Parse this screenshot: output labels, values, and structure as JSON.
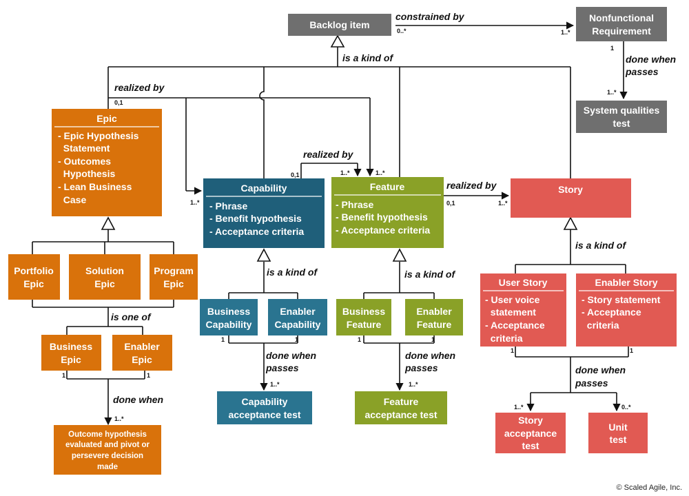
{
  "colors": {
    "gray": "#6f6f6f",
    "orange": "#d9720b",
    "teal": "#1f5f7a",
    "teal_light": "#2a7490",
    "green": "#8aa127",
    "red": "#e15a53"
  },
  "boxes": {
    "backlog_item": "Backlog item",
    "nfr": [
      "Nonfunctional",
      "Requirement"
    ],
    "sys_test": [
      "System qualities",
      "test"
    ],
    "epic": {
      "title": "Epic",
      "attrs": [
        "- Epic Hypothesis",
        "  Statement",
        "- Outcomes",
        "  Hypothesis",
        "- Lean Business",
        "  Case"
      ]
    },
    "capability": {
      "title": "Capability",
      "attrs": [
        "- Phrase",
        "- Benefit hypothesis",
        "- Acceptance criteria"
      ]
    },
    "feature": {
      "title": "Feature",
      "attrs": [
        "- Phrase",
        "- Benefit hypothesis",
        "- Acceptance criteria"
      ]
    },
    "story": {
      "title": "Story"
    },
    "portfolio_epic": [
      "Portfolio",
      "Epic"
    ],
    "solution_epic": [
      "Solution",
      "Epic"
    ],
    "program_epic": [
      "Program",
      "Epic"
    ],
    "business_epic": [
      "Business",
      "Epic"
    ],
    "enabler_epic": [
      "Enabler",
      "Epic"
    ],
    "outcome": [
      "Outcome hypothesis",
      "evaluated and pivot or",
      "persevere decision",
      "made"
    ],
    "business_capability": [
      "Business",
      "Capability"
    ],
    "enabler_capability": [
      "Enabler",
      "Capability"
    ],
    "capability_test": [
      "Capability",
      "acceptance test"
    ],
    "business_feature": [
      "Business",
      "Feature"
    ],
    "enabler_feature": [
      "Enabler",
      "Feature"
    ],
    "feature_test": [
      "Feature",
      "acceptance test"
    ],
    "user_story": {
      "title": "User Story",
      "attrs": [
        "- User voice",
        "  statement",
        "- Acceptance",
        "  criteria"
      ]
    },
    "enabler_story": {
      "title": "Enabler Story",
      "attrs": [
        "- Story statement",
        "- Acceptance",
        "  criteria"
      ]
    },
    "story_test": [
      "Story",
      "acceptance",
      "test"
    ],
    "unit_test": [
      "Unit",
      "test"
    ]
  },
  "labels": {
    "constrained_by": "constrained by",
    "is_a_kind_of": "is a kind of",
    "done_when": "done when",
    "passes": "passes",
    "realized_by": "realized by",
    "is_one_of": "is one of"
  },
  "multiplicities": {
    "zero_many": "0..*",
    "one_many": "1..*",
    "one": "1",
    "zero_one": "0,1"
  },
  "copyright": "© Scaled Agile, Inc."
}
